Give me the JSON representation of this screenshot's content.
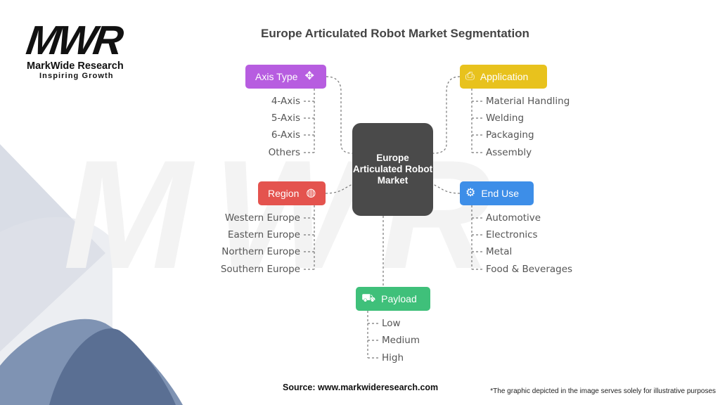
{
  "logo": {
    "mark": "MWR",
    "name": "MarkWide Research",
    "tagline": "Inspiring Growth"
  },
  "title": "Europe Articulated Robot Market Segmentation",
  "watermark": "MWR",
  "center": {
    "label": "Europe Articulated Robot Market"
  },
  "segments": {
    "axis_type": {
      "label": "Axis Type",
      "icon": "arrows-icon",
      "color": "#b75de0",
      "items": [
        "4-Axis",
        "5-Axis",
        "6-Axis",
        "Others"
      ]
    },
    "application": {
      "label": "Application",
      "icon": "devices-icon",
      "color": "#e8c21d",
      "items": [
        "Material Handling",
        "Welding",
        "Packaging",
        "Assembly"
      ]
    },
    "region": {
      "label": "Region",
      "icon": "globe-icon",
      "color": "#e4534e",
      "items": [
        "Western Europe",
        "Eastern Europe",
        "Northern Europe",
        "Southern Europe"
      ]
    },
    "end_use": {
      "label": "End Use",
      "icon": "robot-arm-icon",
      "color": "#3d8ee8",
      "items": [
        "Automotive",
        "Electronics",
        "Metal",
        "Food & Beverages"
      ]
    },
    "payload": {
      "label": "Payload",
      "icon": "worker-icon",
      "color": "#3fc07a",
      "items": [
        "Low",
        "Medium",
        "High"
      ]
    }
  },
  "footer": {
    "source": "Source: www.markwideresearch.com",
    "disclaimer": "*The graphic depicted in the image serves solely for illustrative purposes"
  }
}
